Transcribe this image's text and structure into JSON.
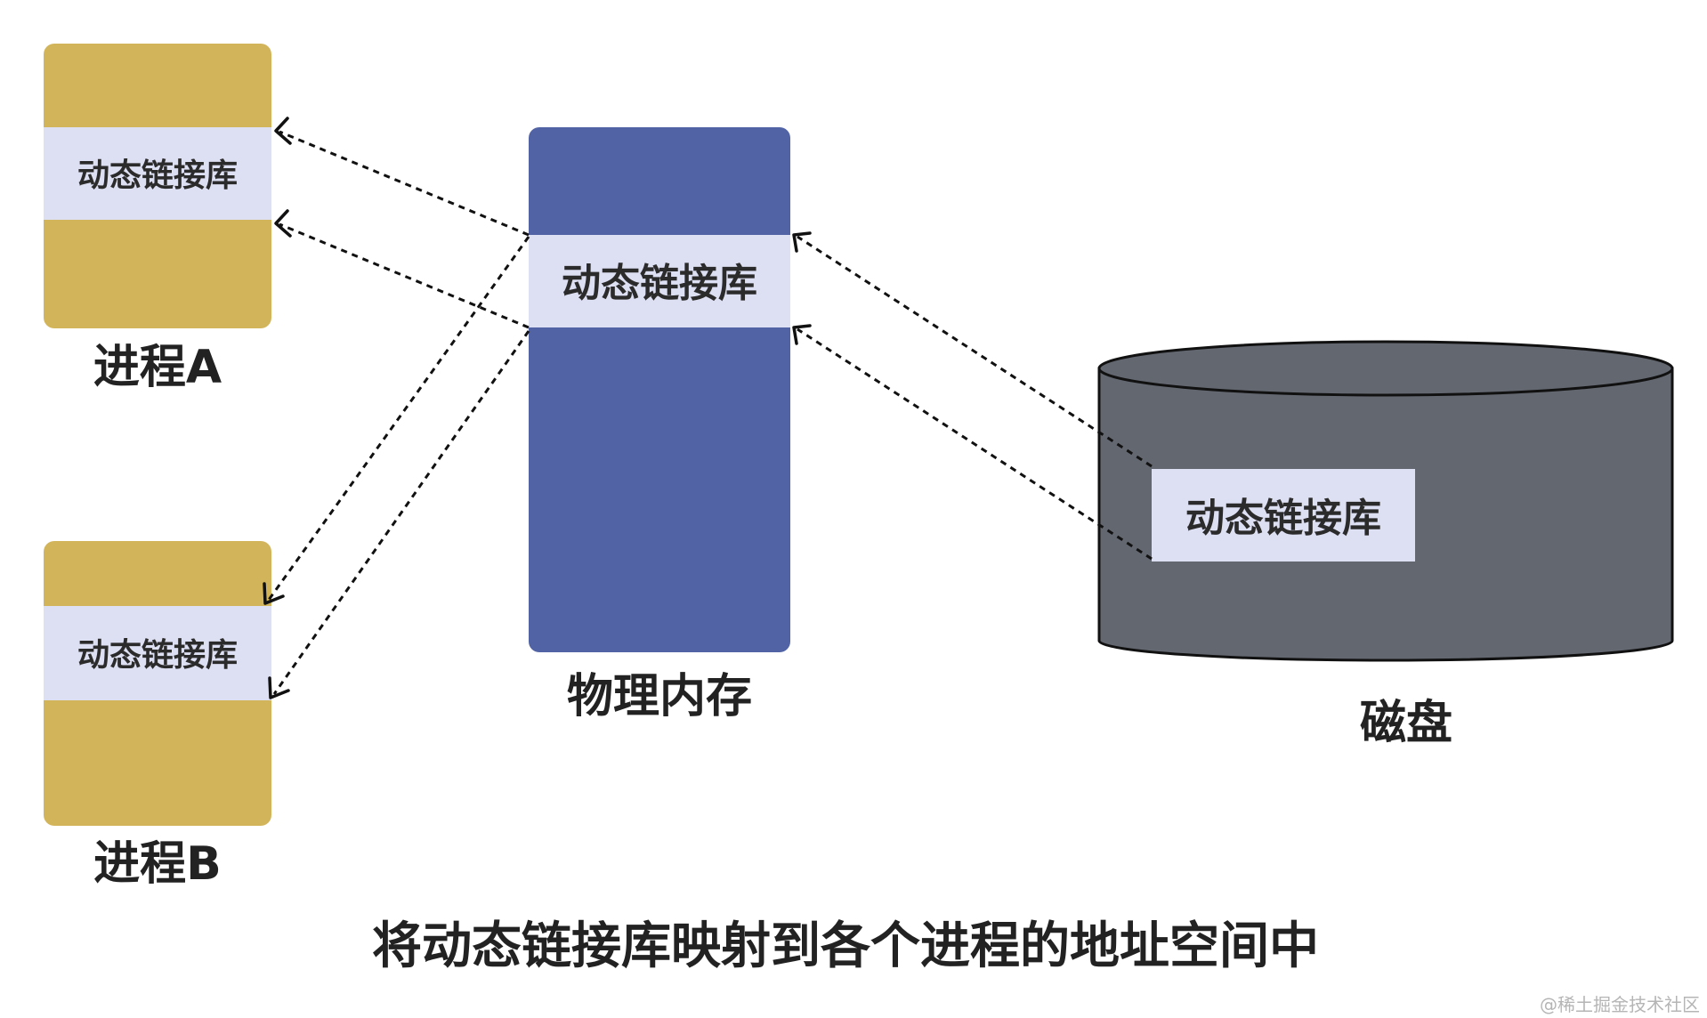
{
  "colors": {
    "process_block": "#d2b55b",
    "library_band": "#dddff2",
    "memory_block": "#5163a4",
    "disk_body": "#636770",
    "outline": "#111111"
  },
  "process_a": {
    "name": "进程A",
    "library_label": "动态链接库"
  },
  "process_b": {
    "name": "进程B",
    "library_label": "动态链接库"
  },
  "physical_memory": {
    "name": "物理内存",
    "library_label": "动态链接库"
  },
  "disk": {
    "name": "磁盘",
    "library_label": "动态链接库"
  },
  "caption": "将动态链接库映射到各个进程的地址空间中",
  "watermark": "@稀土掘金技术社区"
}
